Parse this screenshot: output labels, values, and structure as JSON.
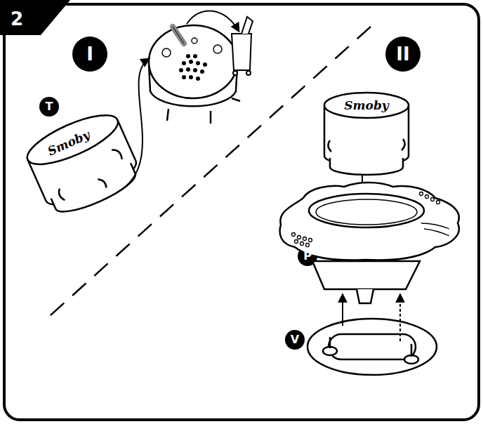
{
  "diagram": {
    "labels": [
      "2",
      "I",
      "II",
      "T",
      "P",
      "V",
      "Smoby",
      "Smoby"
    ]
  }
}
